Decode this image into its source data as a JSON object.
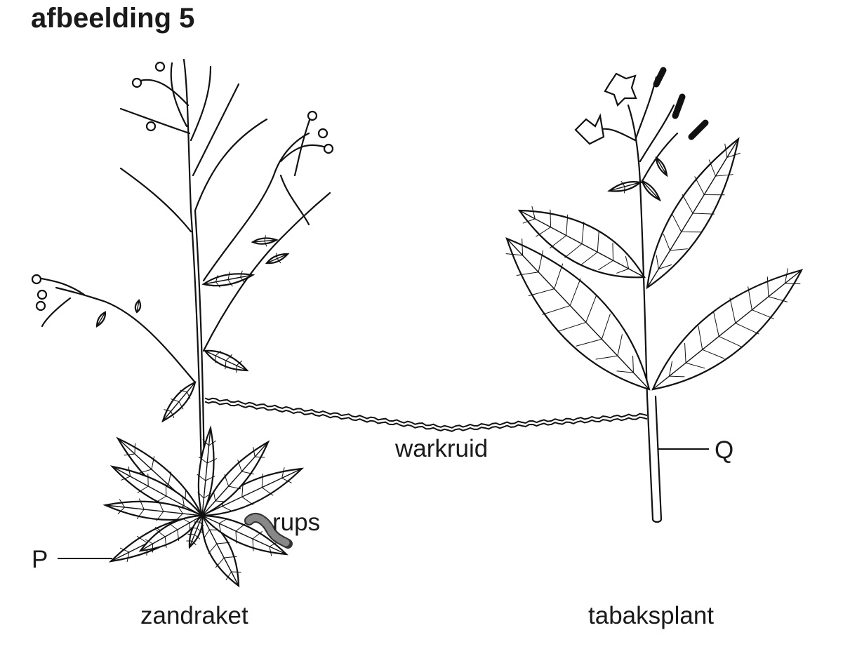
{
  "figure": {
    "title": "afbeelding 5",
    "labels": {
      "left_plant": "zandraket",
      "right_plant": "tabaksplant",
      "parasite": "warkruid",
      "caterpillar": "rups",
      "point_p": "P",
      "point_q": "Q"
    }
  }
}
